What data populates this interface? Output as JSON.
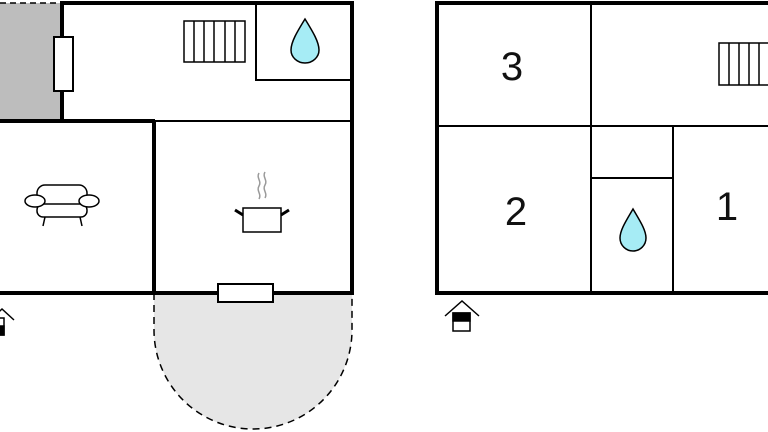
{
  "plans": [
    {
      "name": "ground-floor"
    },
    {
      "name": "upper-floor",
      "rooms": [
        {
          "label": "3"
        },
        {
          "label": "2"
        },
        {
          "label": "1"
        }
      ]
    }
  ],
  "colors": {
    "wall": "#000000",
    "water": "#a6ecf5",
    "terrace": "#e6e6e6",
    "shaded": "#bdbdbd",
    "steam": "#9a9a9a"
  },
  "icons": [
    "stairs-icon",
    "water-drop-icon",
    "sofa-icon",
    "cooking-pot-icon",
    "entrance-icon",
    "window-icon"
  ]
}
